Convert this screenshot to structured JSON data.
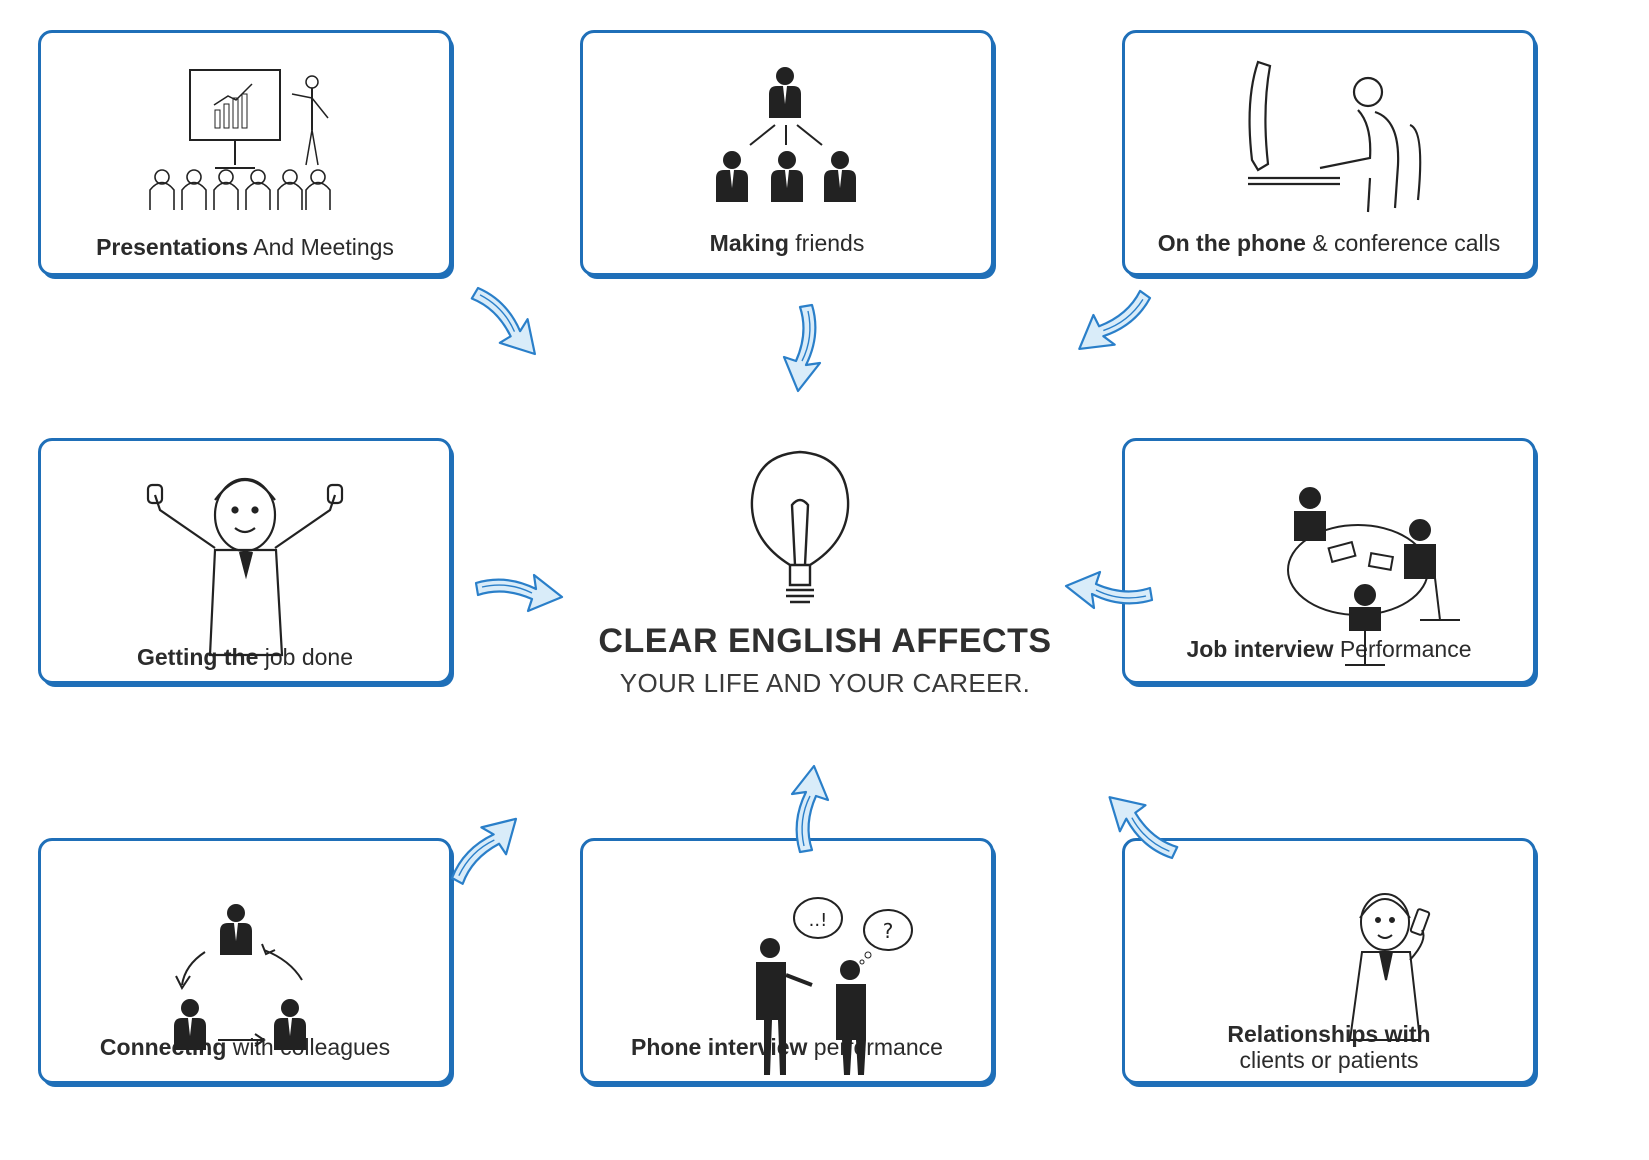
{
  "center": {
    "title": "CLEAR ENGLISH AFFECTS",
    "subtitle": "YOUR LIFE  AND YOUR CAREER."
  },
  "cards": {
    "presentations": {
      "bold": "Presentations",
      "rest": " And Meetings",
      "icon": "presentation-icon"
    },
    "friends": {
      "bold": "Making",
      "rest": " friends",
      "icon": "team-hierarchy-icon"
    },
    "phone": {
      "bold": "On the phone",
      "rest": " & conference calls",
      "icon": "computer-user-icon"
    },
    "job_done": {
      "bold": "Getting the",
      "rest": " job done",
      "icon": "thumbs-up-woman-icon"
    },
    "job_interview": {
      "bold": "Job interview",
      "rest": " Performance",
      "icon": "meeting-table-icon"
    },
    "colleagues": {
      "bold": "Connecting",
      "rest": " with colleagues",
      "icon": "colleagues-cycle-icon"
    },
    "phone_interview": {
      "bold": "Phone interview",
      "rest": " performance",
      "icon": "conversation-icon"
    },
    "relationships": {
      "bold": "Relationships with",
      "rest": "clients or patients",
      "icon": "woman-on-phone-icon"
    }
  },
  "colors": {
    "border": "#1f6fb8",
    "arrow": "#2a7fc9",
    "text": "#2b2b2b"
  }
}
